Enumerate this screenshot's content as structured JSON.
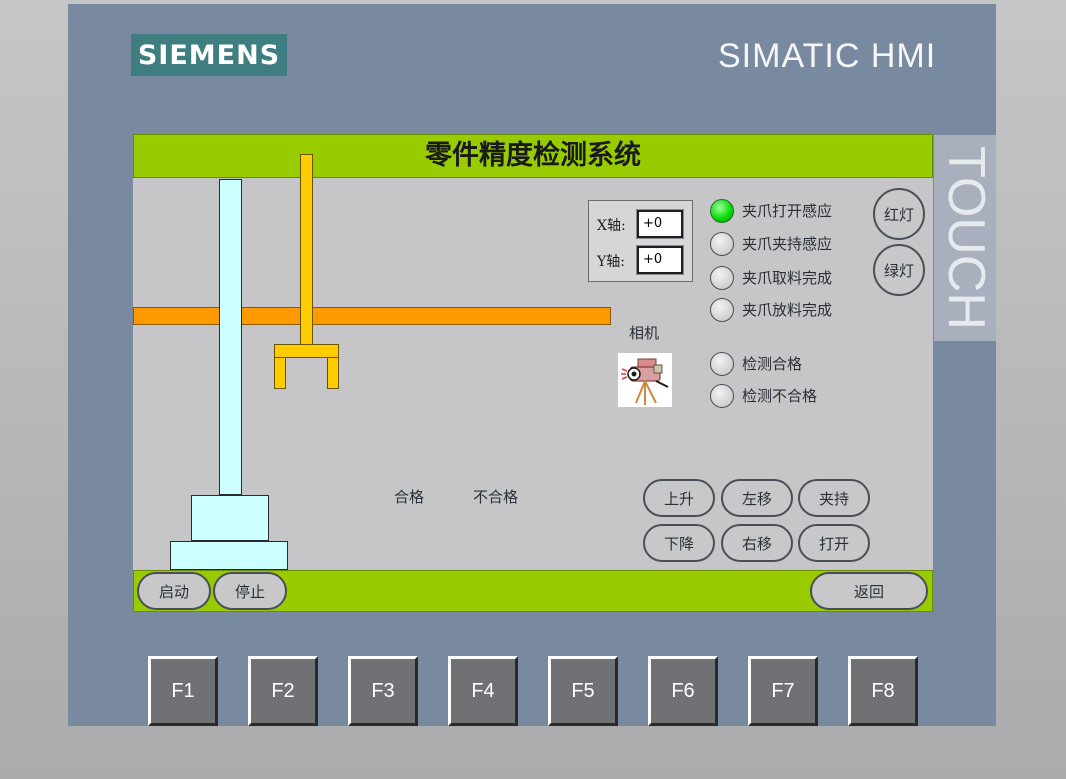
{
  "device": {
    "logo": "SIEMENS",
    "model": "SIMATIC HMI",
    "touch_label": "TOUCH",
    "function_keys": [
      "F1",
      "F2",
      "F3",
      "F4",
      "F5",
      "F6",
      "F7",
      "F8"
    ]
  },
  "screen": {
    "title": "零件精度检测系统",
    "axes": {
      "x_label": "X轴:",
      "x_value": "+0",
      "y_label": "Y轴:",
      "y_value": "+0"
    },
    "camera_label": "相机",
    "indicators": [
      {
        "label": "夹爪打开感应",
        "state": "on"
      },
      {
        "label": "夹爪夹持感应",
        "state": "off"
      },
      {
        "label": "夹爪取料完成",
        "state": "off"
      },
      {
        "label": "夹爪放料完成",
        "state": "off"
      },
      {
        "label": "检测合格",
        "state": "off"
      },
      {
        "label": "检测不合格",
        "state": "off"
      }
    ],
    "lamp_buttons": {
      "red": "红灯",
      "green": "绿灯"
    },
    "counters": {
      "pass_label": "合格",
      "fail_label": "不合格"
    },
    "jog_buttons": {
      "up": "上升",
      "left": "左移",
      "clamp": "夹持",
      "down": "下降",
      "right": "右移",
      "open": "打开"
    },
    "bottom_bar": {
      "start": "启动",
      "stop": "停止",
      "back": "返回"
    }
  },
  "colors": {
    "title_bar": "#99cc00",
    "column": "#ccffff",
    "rail": "#ff9900",
    "gripper": "#ffcc00",
    "indicator_on": "#00d800",
    "bezel": "#798aa0"
  }
}
